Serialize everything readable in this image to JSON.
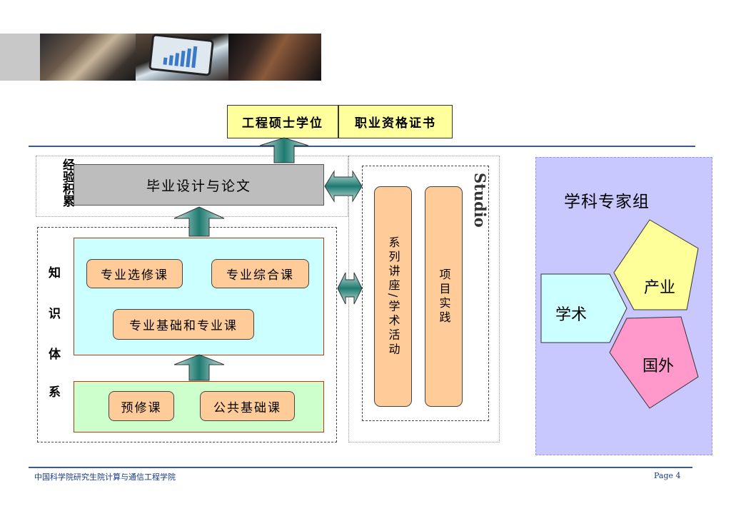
{
  "targets": {
    "degree": "工程硕士学位",
    "certificate": "职业资格证书"
  },
  "experience_label": "经验积累",
  "thesis": "毕业设计与论文",
  "knowledge_label": [
    "知",
    "识",
    "体",
    "系"
  ],
  "courses": {
    "elective": "专业选修课",
    "comprehensive": "专业综合课",
    "foundation": "专业基础和专业课",
    "prerequisite": "预修课",
    "public": "公共基础课"
  },
  "studio": {
    "title": "Studio",
    "lectures": "系列讲座/学术活动",
    "practice": "项目实践"
  },
  "expert_group": {
    "title": "学科专家组",
    "academic": "学术",
    "industry": "产业",
    "international": "国外"
  },
  "footer": {
    "institution": "中国科学院研究生院计算与通信工程学院",
    "page": "Page 4"
  },
  "colors": {
    "rule": "#3a5a8a",
    "arrow": "#1f7a70",
    "pentagon_academic": "#ccffff",
    "pentagon_industry": "#ffff99",
    "pentagon_international": "#ff99cc"
  }
}
